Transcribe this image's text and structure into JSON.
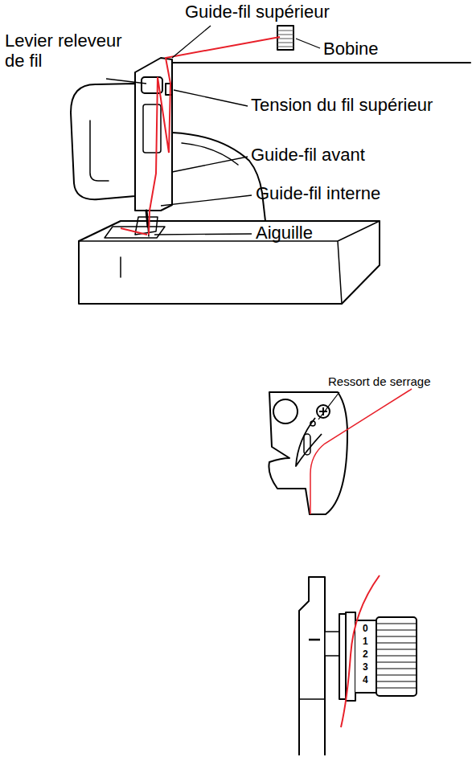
{
  "diagram": {
    "labels": [
      "Guide-fil supérieur",
      "Levier releveur de fil",
      "Bobine",
      "Tension du fil supérieur",
      "Guide-fil avant",
      "Guide-fil interne",
      "Aiguille",
      "Ressort de serrage",
      "0",
      "1",
      "2",
      "3",
      "4"
    ]
  }
}
